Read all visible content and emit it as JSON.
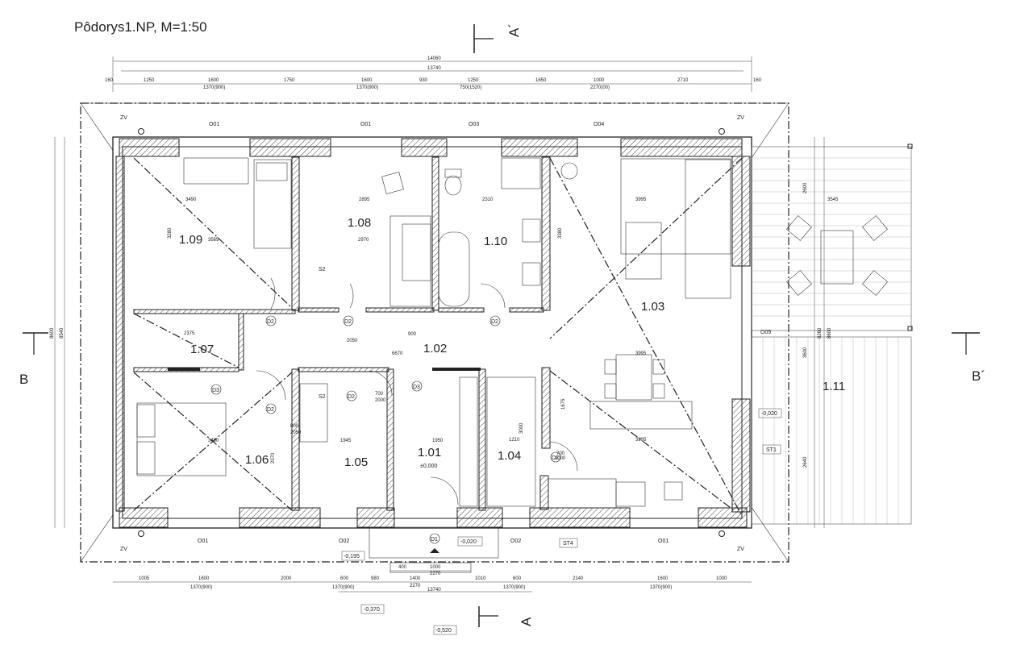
{
  "title": "Pôdorys1.NP, M=1:50",
  "sections": {
    "a_top": "A´",
    "a_bottom": "A",
    "b_left": "B",
    "b_right": "B´"
  },
  "rooms": {
    "r101": "1.01",
    "r102": "1.02",
    "r103": "1.03",
    "r104": "1.04",
    "r105": "1.05",
    "r106": "1.06",
    "r107": "1.07",
    "r108": "1.08",
    "r109": "1.09",
    "r110": "1.10",
    "r111": "1.11"
  },
  "levels": {
    "entry": "±0,000",
    "terrace": "-0,020",
    "entry_out": "-0,020",
    "l195": "-0,195",
    "l370": "-0,370",
    "l520": "-0,520"
  },
  "window_labels": {
    "o01": "O01",
    "o02": "O02",
    "o03": "O03",
    "o04": "O04",
    "o05": "O05",
    "zv": "ZV",
    "st1": "ST1",
    "st4": "ST4",
    "s2": "S2"
  },
  "door_labels": {
    "d1": "D1",
    "d2": "D2",
    "d3": "D3"
  },
  "dims_top": {
    "overall": "14060",
    "inner": "13740",
    "segs": [
      "160",
      "1250",
      "1600",
      "1750",
      "1600",
      "930",
      "1250",
      "1650",
      "1000",
      "2710",
      "160"
    ],
    "subs": [
      "1370(900)",
      "1370(900)",
      "750(1520)",
      "2270(00)"
    ]
  },
  "dims_bottom": {
    "segs": [
      "1005",
      "1600",
      "2000",
      "600",
      "980",
      "1400",
      "1010",
      "600",
      "2140",
      "1600",
      "1000"
    ],
    "subs": [
      "1370(900)",
      "1370(900)",
      "1370(900)",
      "1370(900)"
    ],
    "entry": [
      "400",
      "1000",
      "2270",
      "2270",
      "13740"
    ]
  },
  "dims_inner": {
    "d3490": "3490",
    "d2895": "2895",
    "d2310": "2310",
    "d3995": "3995",
    "d3545": "3545",
    "d2970": "2970",
    "d3565": "3565",
    "d2375": "2375",
    "d6670": "6670",
    "d1945": "1945",
    "d1950": "1950",
    "d3280": "3280",
    "d3380": "3380",
    "d2070": "2070",
    "d2050": "2050",
    "d800": "800",
    "d900": "900",
    "d700": "700",
    "d2000": "2000",
    "d1210": "1210",
    "d3000": "3000",
    "d1675": "1675",
    "d2640": "2640",
    "d8260": "8260",
    "d8600": "8600",
    "d8540": "8540",
    "d3600": "3600",
    "d2600": "2600"
  }
}
